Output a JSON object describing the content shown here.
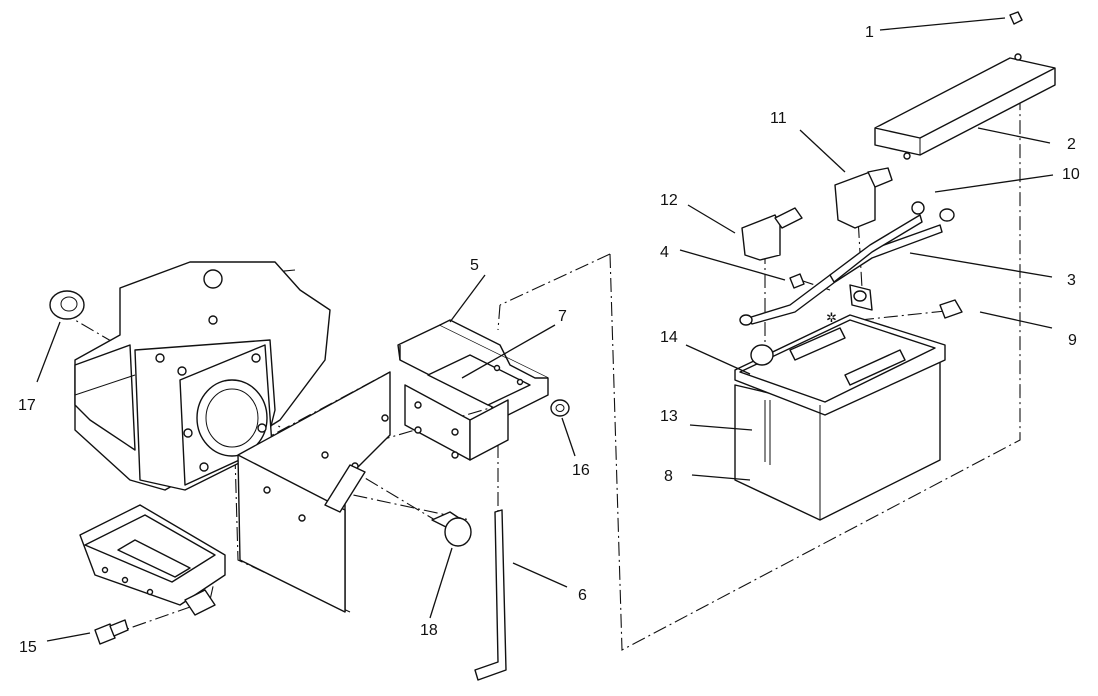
{
  "callouts": [
    {
      "id": "1",
      "part": "nut"
    },
    {
      "id": "2",
      "part": "battery-hold-down-bracket"
    },
    {
      "id": "3",
      "part": "battery-cable"
    },
    {
      "id": "4",
      "part": "nut"
    },
    {
      "id": "5",
      "part": "battery-support-bracket"
    },
    {
      "id": "6",
      "part": "j-bolt"
    },
    {
      "id": "7",
      "part": "bracket-pad"
    },
    {
      "id": "8",
      "part": "battery"
    },
    {
      "id": "9",
      "part": "bolt"
    },
    {
      "id": "10",
      "part": "battery-cable"
    },
    {
      "id": "11",
      "part": "terminal-boot"
    },
    {
      "id": "12",
      "part": "terminal-boot"
    },
    {
      "id": "13",
      "part": "vent-tube"
    },
    {
      "id": "14",
      "part": "terminal"
    },
    {
      "id": "15",
      "part": "bolt"
    },
    {
      "id": "16",
      "part": "flange-nut"
    },
    {
      "id": "17",
      "part": "grommet"
    },
    {
      "id": "18",
      "part": "carriage-bolt"
    }
  ],
  "colors": {
    "line": "#111111",
    "background": "#ffffff"
  }
}
